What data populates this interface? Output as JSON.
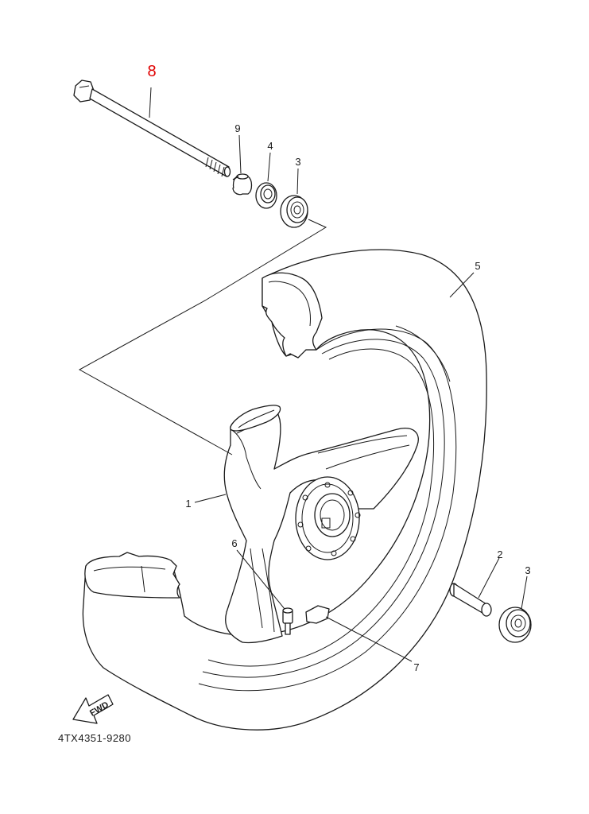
{
  "diagram": {
    "code": "4TX4351-9280",
    "direction_label": "FWD",
    "highlight_color": "#e00000",
    "callouts": [
      {
        "id": "c8",
        "label": "8",
        "highlight": true
      },
      {
        "id": "c9",
        "label": "9"
      },
      {
        "id": "c4",
        "label": "4"
      },
      {
        "id": "c3a",
        "label": "3"
      },
      {
        "id": "c5",
        "label": "5"
      },
      {
        "id": "c1",
        "label": "1"
      },
      {
        "id": "c6",
        "label": "6"
      },
      {
        "id": "c2",
        "label": "2"
      },
      {
        "id": "c3b",
        "label": "3"
      },
      {
        "id": "c7",
        "label": "7"
      }
    ]
  }
}
